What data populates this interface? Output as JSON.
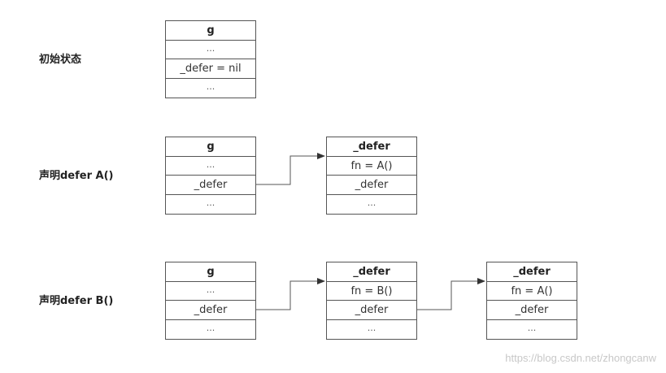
{
  "rows": [
    {
      "label": "初始状态",
      "g": {
        "title": "g",
        "cells": [
          "...",
          "_defer = nil",
          "..."
        ]
      }
    },
    {
      "label": "声明defer A()",
      "g": {
        "title": "g",
        "cells": [
          "...",
          "_defer",
          "..."
        ]
      },
      "defer1": {
        "title": "_defer",
        "cells": [
          "fn = A()",
          "_defer",
          "..."
        ]
      }
    },
    {
      "label": "声明defer B()",
      "g": {
        "title": "g",
        "cells": [
          "...",
          "_defer",
          "..."
        ]
      },
      "defer1": {
        "title": "_defer",
        "cells": [
          "fn = B()",
          "_defer",
          "..."
        ]
      },
      "defer2": {
        "title": "_defer",
        "cells": [
          "fn = A()",
          "_defer",
          "..."
        ]
      }
    }
  ],
  "watermark": "https://blog.csdn.net/zhongcanw",
  "colors": {
    "line": "#555555",
    "arrow_head": "#333333",
    "text": "#333333",
    "watermark": "#c8c8c8"
  }
}
